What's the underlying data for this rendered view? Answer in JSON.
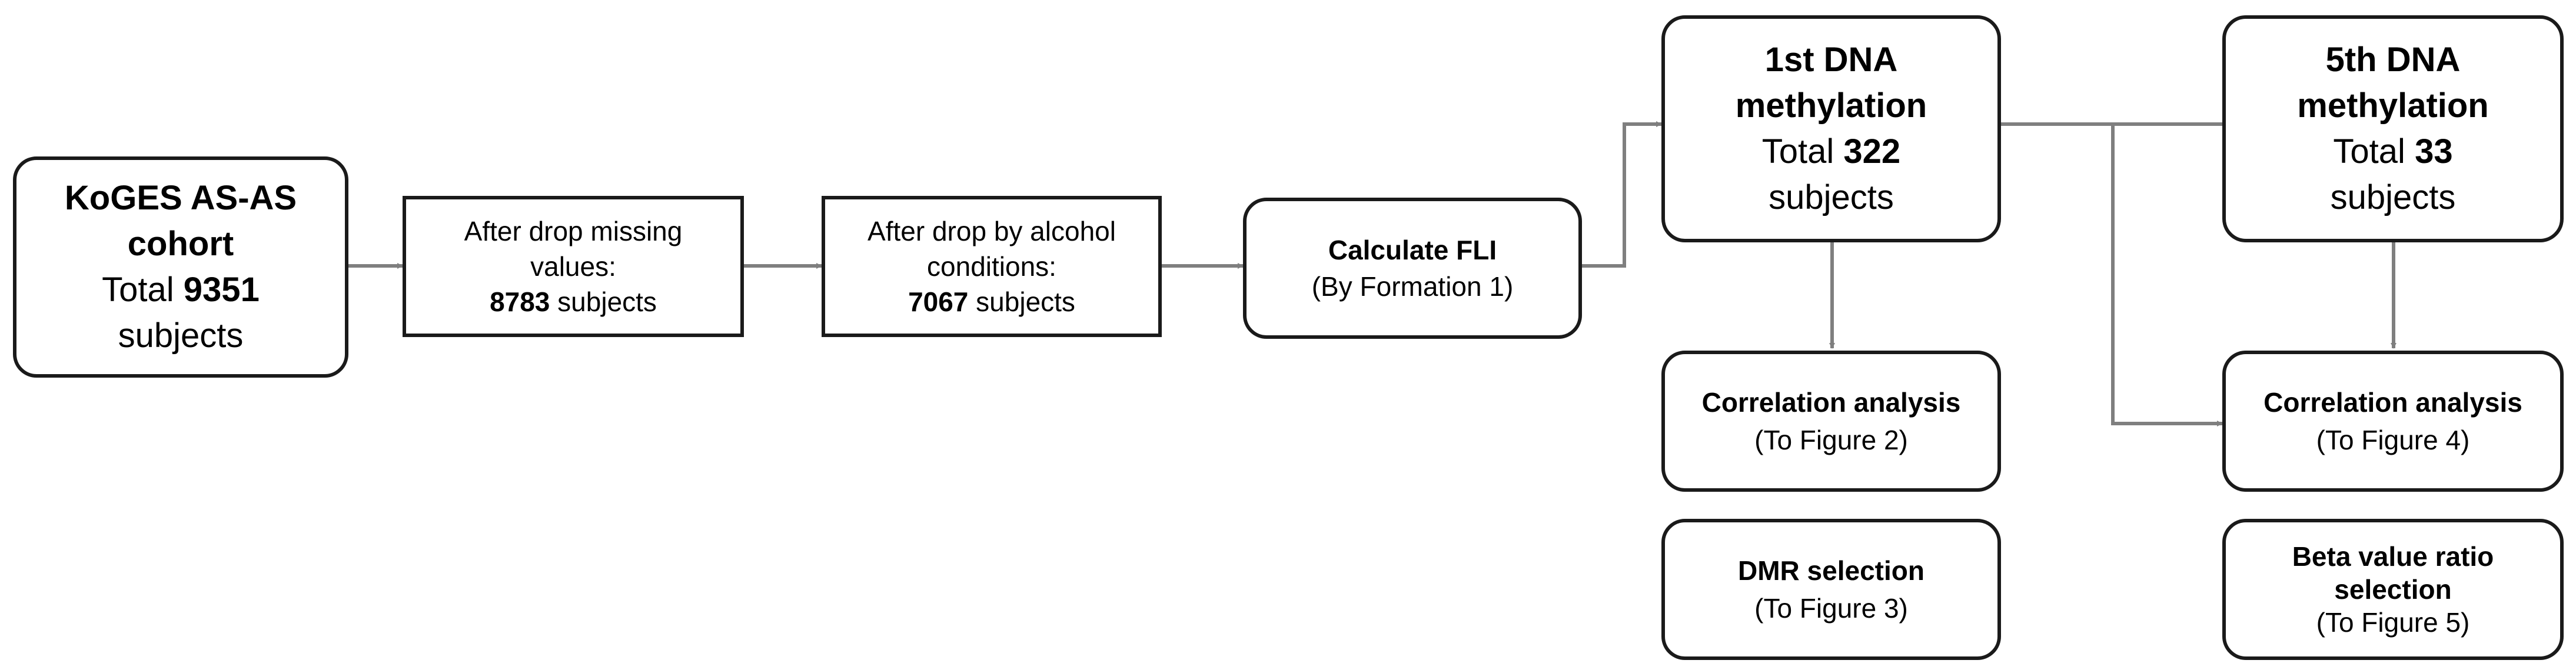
{
  "nodes": {
    "cohort": {
      "line1": "KoGES AS-AS",
      "line2": "cohort",
      "line3_prefix": "Total ",
      "line3_value": "9351",
      "line4": "subjects"
    },
    "drop_missing": {
      "line1": "After drop missing",
      "line2": "values:",
      "line3_value": "8783",
      "line3_suffix": " subjects"
    },
    "drop_alcohol": {
      "line1": "After drop by alcohol",
      "line2": "conditions:",
      "line3_value": "7067",
      "line3_suffix": " subjects"
    },
    "calc_fli": {
      "line1": "Calculate  FLI",
      "line2": "(By Formation  1)"
    },
    "dna1": {
      "line1": "1st DNA",
      "line2": "methylation",
      "line3_prefix": "Total ",
      "line3_value": "322",
      "line4": "subjects"
    },
    "dna5": {
      "line1": "5th DNA",
      "line2": "methylation",
      "line3_prefix": "Total ",
      "line3_value": "33",
      "line4": "subjects"
    },
    "corr1": {
      "line1": "Correlation analysis",
      "line2": "(To Figure 2)"
    },
    "dmr": {
      "line1": "DMR selection",
      "line2": "(To Figure 3)"
    },
    "corr2": {
      "line1": "Correlation analysis",
      "line2": "(To Figure 4)"
    },
    "beta": {
      "line1": "Beta value ratio",
      "line2": "selection",
      "line3": "(To Figure 5)"
    }
  },
  "colors": {
    "border": "#1a1a1a",
    "arrow": "#7f7f7f"
  }
}
